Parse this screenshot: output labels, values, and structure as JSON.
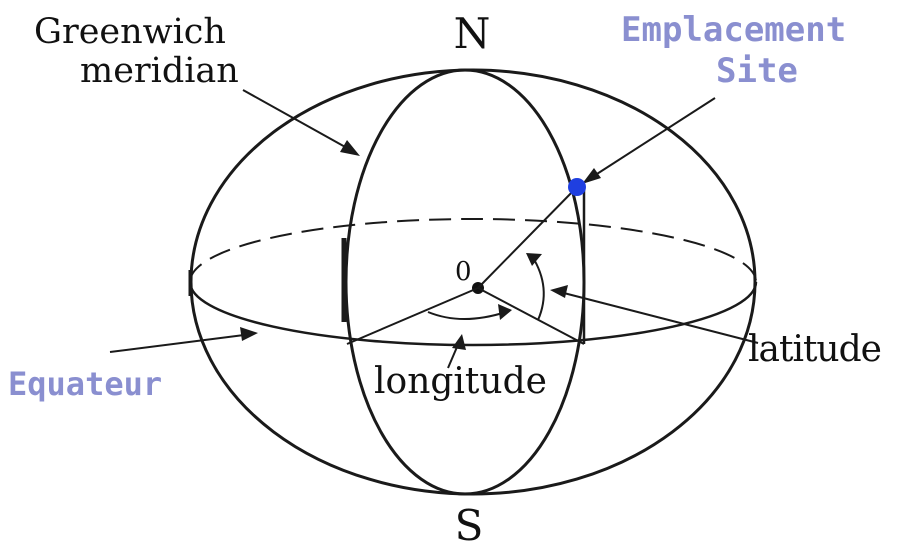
{
  "labels": {
    "north": "N",
    "south": "S",
    "center": "0",
    "greenwich_line1": "Greenwich",
    "greenwich_line2": "meridian",
    "site_line1": "Emplacement",
    "site_line2": "Site",
    "latitude": "latitude",
    "longitude": "longitude",
    "equator": "Equateur"
  },
  "colors": {
    "stroke": "#1a1a1a",
    "site_point": "#1f3fe0",
    "blue_label": "#8a8fd0",
    "text": "#111111"
  }
}
